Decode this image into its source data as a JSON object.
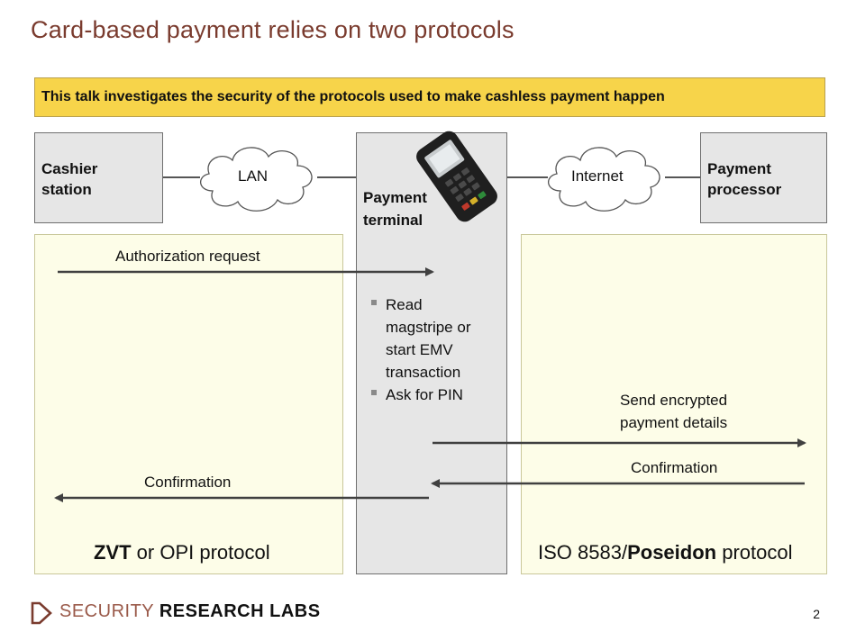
{
  "title": "Card-based payment relies on two protocols",
  "banner": "This talk investigates the security of the protocols used to make cashless payment happen",
  "nodes": {
    "cashier": [
      "Cashier",
      "station"
    ],
    "terminal": [
      "Payment",
      "terminal"
    ],
    "processor": [
      "Payment",
      "processor"
    ]
  },
  "clouds": {
    "lan": "LAN",
    "internet": "Internet"
  },
  "left_panel": {
    "auth_request": "Authorization request",
    "confirmation": "Confirmation",
    "protocol_bold": "ZVT",
    "protocol_rest": " or OPI protocol"
  },
  "terminal_steps": [
    "Read",
    "magstripe or",
    "start EMV",
    "transaction",
    "Ask for PIN"
  ],
  "right_panel": {
    "send_line1": "Send encrypted",
    "send_line2": "payment details",
    "confirmation": "Confirmation",
    "protocol_prefix": "ISO 8583/",
    "protocol_bold": "Poseidon",
    "protocol_suffix": " protocol"
  },
  "footer": {
    "logo_light": "SECURITY",
    "logo_dark": "RESEARCH LABS",
    "page": "2"
  },
  "colors": {
    "title": "#7a3b2e",
    "banner": "#f7d44a",
    "panel": "#fdfde8",
    "box": "#e6e6e6",
    "arrow": "#404040",
    "logo": "#7a3b2e"
  }
}
